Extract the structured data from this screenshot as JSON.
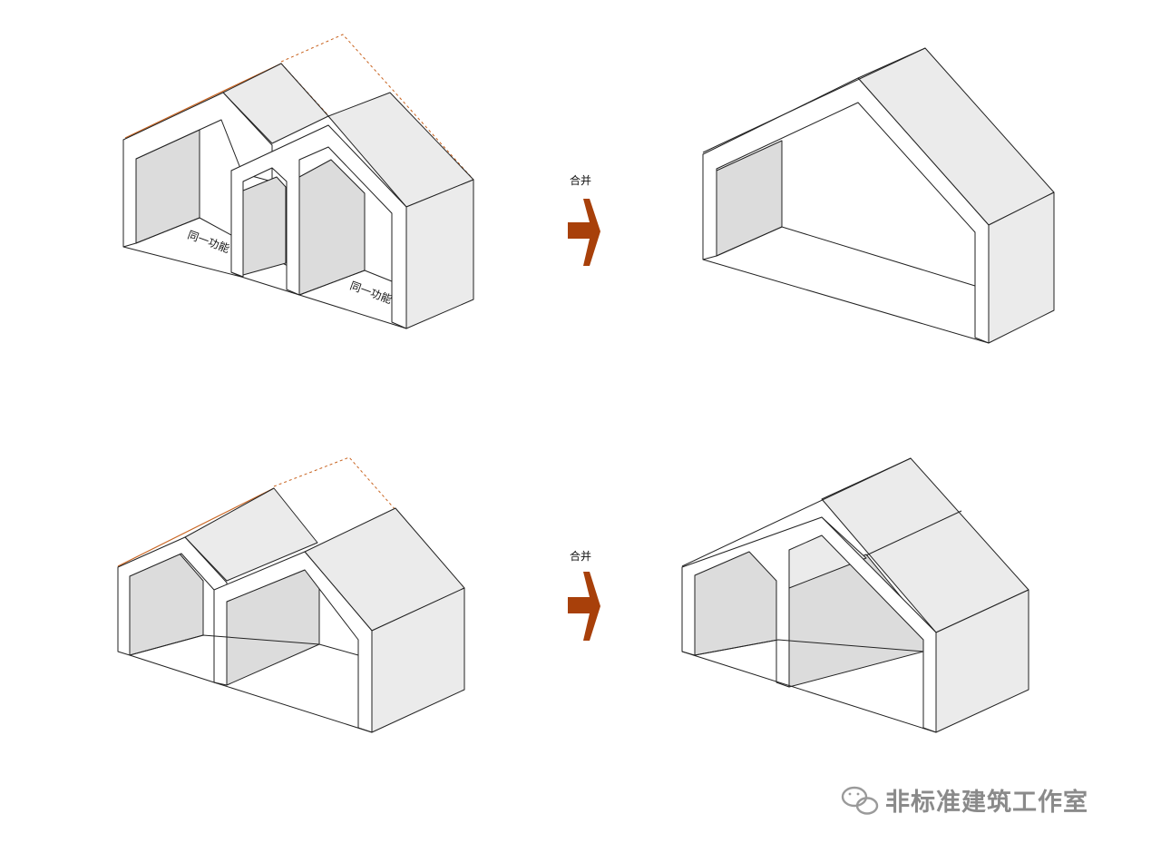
{
  "labels": {
    "same_function_1": "同一功能",
    "same_function_2": "同一功能",
    "merge_top": "合并",
    "merge_bottom": "合并"
  },
  "watermark": {
    "text": "非标准建筑工作室",
    "icon": "wechat-icon"
  },
  "colors": {
    "arrow": "#a8400a",
    "guide": "#c8621e",
    "face_light": "#ebebeb",
    "face_mid": "#dcdcdc",
    "face_white": "#ffffff",
    "stroke": "#222222"
  }
}
